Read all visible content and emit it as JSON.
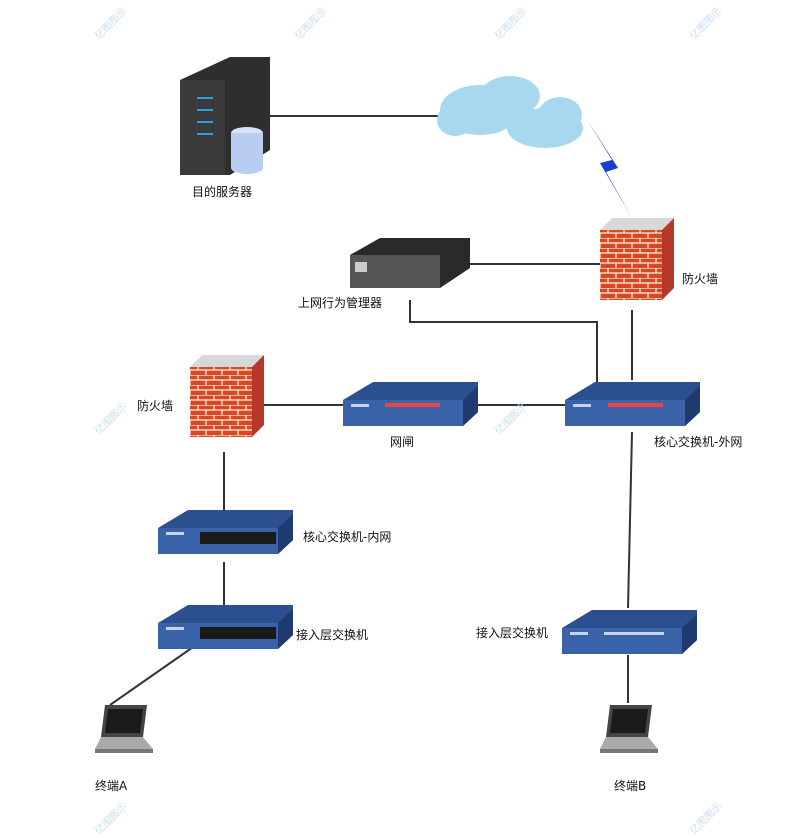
{
  "watermark": "亿图图示",
  "nodes": {
    "server": "目的服务器",
    "behavior_manager": "上网行为管理器",
    "firewall_outer": "防火墙",
    "firewall_inner": "防火墙",
    "gateway": "网闸",
    "core_outer": "核心交换机-外网",
    "core_inner": "核心交换机-内网",
    "access_left": "接入层交换机",
    "access_right": "接入层交换机",
    "terminal_a": "终端A",
    "terminal_b": "终端B"
  },
  "colors": {
    "line": "#333333",
    "switch": "#2c4f8f",
    "brick": "#d9481f",
    "cloud": "#a8d8f0",
    "server": "#3a3a3a"
  }
}
